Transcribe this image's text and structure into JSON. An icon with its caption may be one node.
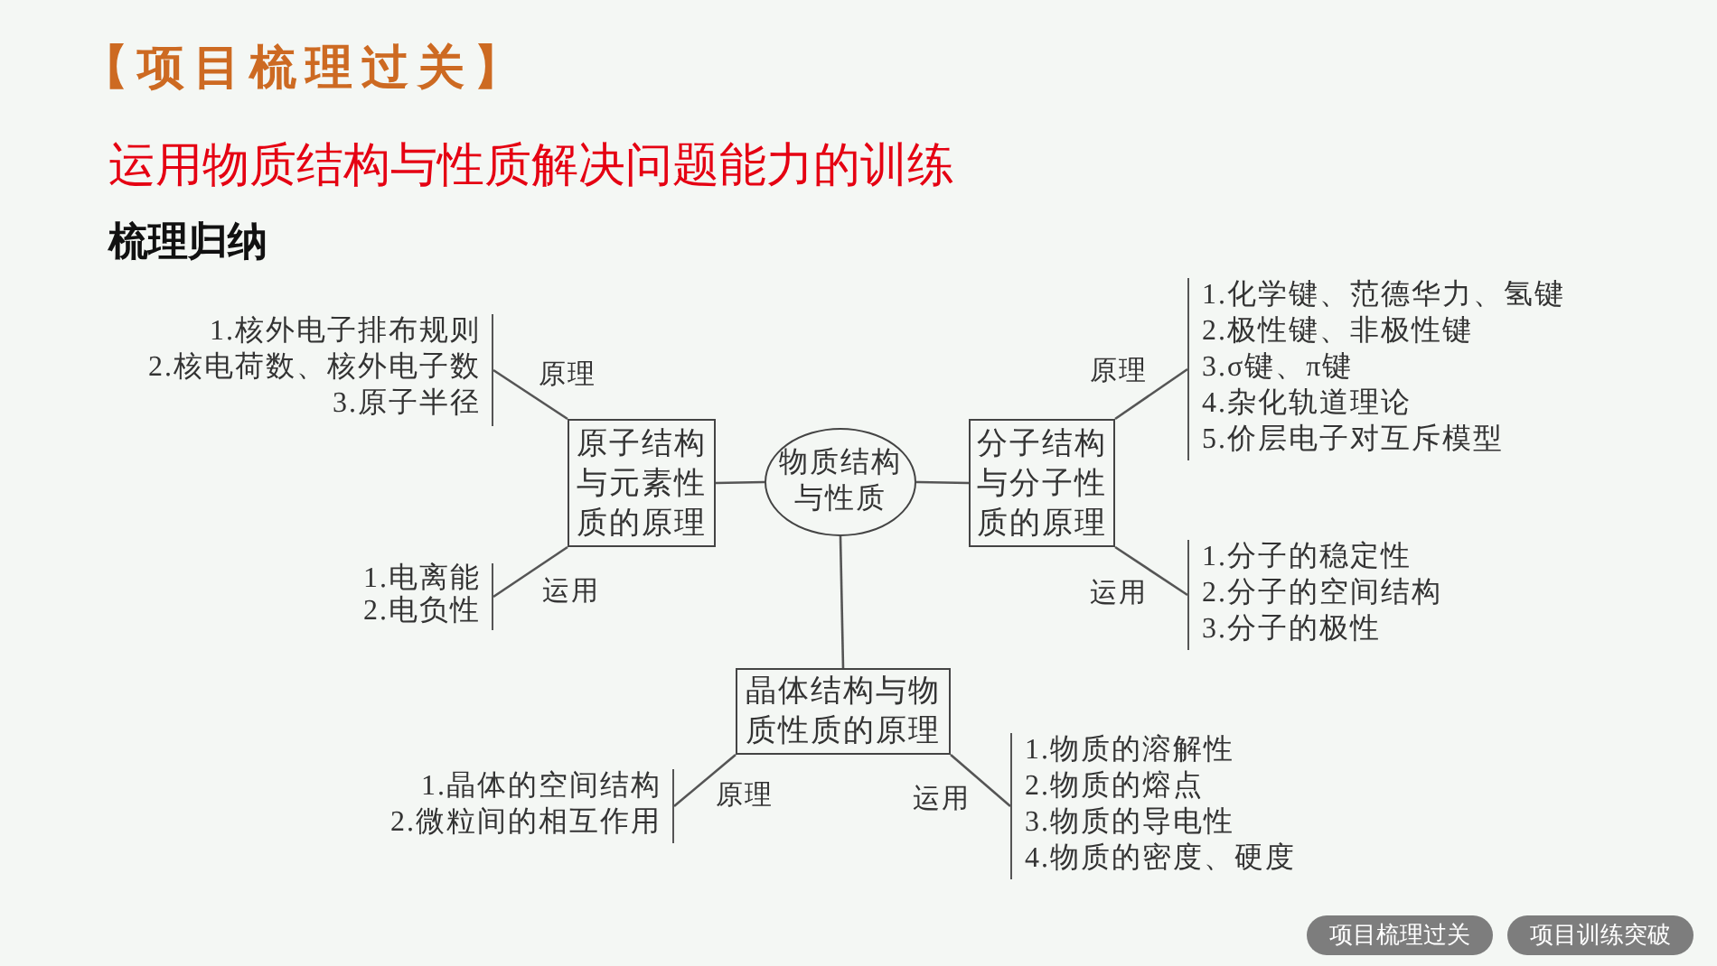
{
  "diagram": {
    "title": "【项目梳理过关】",
    "nodes": [
      {
        "text": [
          "物质结构与性质"
        ]
      },
      {
        "text": [
          "原子结构与元素性质的原理"
        ]
      },
      {
        "text": [
          "分子结构与分子性质的原理"
        ]
      },
      {
        "text": [
          "晶体结构与物质性质的原理"
        ]
      },
      {
        "text": [
          "1.核外电子排布规则",
          "2.核电荷数、核外电子数",
          "3.原子半径"
        ]
      },
      {
        "text": [
          "1.电离能",
          "2.电负性"
        ]
      },
      {
        "text": [
          "1.化学键、范德华力、氢键",
          "2.极性键、非极性键",
          "3.σ键、π键",
          "4.杂化轨道理论",
          "5.价层电子对互斥模型"
        ]
      },
      {
        "text": [
          "1.分子的稳定性",
          "2.分子的空间结构",
          "3.分子的极性"
        ]
      },
      {
        "text": [
          "1.晶体的空间结构",
          "2.微粒间的相互作用"
        ]
      },
      {
        "text": [
          "1.物质的溶解性",
          "2.物质的熔点",
          "3.物质的导电性",
          "4.物质的密度、硬度"
        ]
      }
    ],
    "edges": [
      {
        "from": 0,
        "to": 1,
        "arrow": "none"
      },
      {
        "from": 0,
        "to": 2,
        "arrow": "none"
      },
      {
        "from": 0,
        "to": 3,
        "arrow": "none"
      },
      {
        "from": 1,
        "to": 4,
        "arrow": "none",
        "label": "原理"
      },
      {
        "from": 1,
        "to": 5,
        "arrow": "none",
        "label": "运用"
      },
      {
        "from": 2,
        "to": 6,
        "arrow": "none",
        "label": "原理"
      },
      {
        "from": 2,
        "to": 7,
        "arrow": "none",
        "label": "运用"
      },
      {
        "from": 3,
        "to": 8,
        "arrow": "none",
        "label": "原理"
      },
      {
        "from": 3,
        "to": 9,
        "arrow": "none",
        "label": "运用"
      }
    ],
    "labels": [
      "运用物质结构与性质解决问题能力的训练",
      "梳理归纳",
      "项目梳理过关",
      "项目训练突破"
    ]
  }
}
